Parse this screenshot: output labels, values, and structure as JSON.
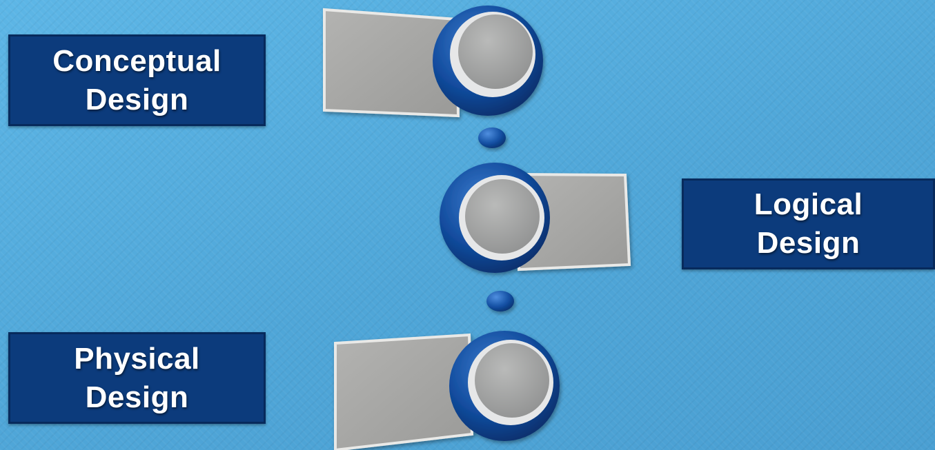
{
  "steps": [
    {
      "line1": "Conceptual",
      "line2": "Design"
    },
    {
      "line1": "Logical",
      "line2": "Design"
    },
    {
      "line1": "Physical",
      "line2": "Design"
    }
  ],
  "colors": {
    "background": "#52abdc",
    "label_box": "#0c3b7c",
    "label_text": "#ffffff",
    "ring": "#0f4a9a",
    "panel": "#a5a5a3"
  }
}
